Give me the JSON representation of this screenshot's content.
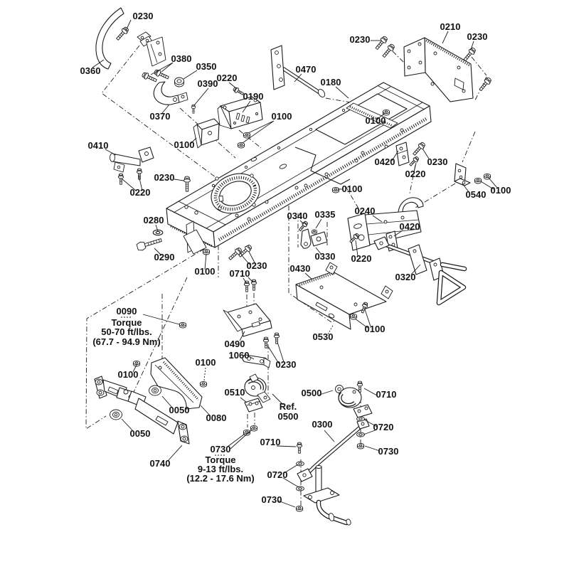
{
  "colors": {
    "background": "#ffffff",
    "ink": "#1a1a1a"
  },
  "callouts": [
    {
      "text": "0230"
    },
    {
      "text": "0360"
    },
    {
      "text": "0380"
    },
    {
      "text": "0350"
    },
    {
      "text": "0220"
    },
    {
      "text": "0390"
    },
    {
      "text": "0190"
    },
    {
      "text": "0370"
    },
    {
      "text": "0410"
    },
    {
      "text": "0100"
    },
    {
      "text": "0470"
    },
    {
      "text": "0180"
    },
    {
      "text": "0230"
    },
    {
      "text": "0210"
    },
    {
      "text": "0230"
    },
    {
      "text": "0100"
    },
    {
      "text": "0100"
    },
    {
      "text": "0220"
    },
    {
      "text": "0230"
    },
    {
      "text": "0420"
    },
    {
      "text": "0230"
    },
    {
      "text": "0220"
    },
    {
      "text": "0100"
    },
    {
      "text": "0540"
    },
    {
      "text": "0100"
    },
    {
      "text": "0280"
    },
    {
      "text": "0290"
    },
    {
      "text": "0100"
    },
    {
      "text": "0230"
    },
    {
      "text": "0710"
    },
    {
      "text": "0340"
    },
    {
      "text": "0335"
    },
    {
      "text": "0240"
    },
    {
      "text": "0420"
    },
    {
      "text": "0330"
    },
    {
      "text": "0220"
    },
    {
      "text": "0320"
    },
    {
      "text": "0430"
    },
    {
      "text": "0530"
    },
    {
      "text": "0100"
    },
    {
      "text": "0100"
    },
    {
      "text": "0100"
    },
    {
      "text": "0490"
    },
    {
      "text": "1060"
    },
    {
      "text": "0230"
    },
    {
      "text": "0510"
    },
    {
      "text": "0050"
    },
    {
      "text": "0080"
    },
    {
      "text": "0050"
    },
    {
      "text": "0740"
    },
    {
      "text": "0500"
    },
    {
      "text": "0710"
    },
    {
      "text": "0300"
    },
    {
      "text": "0720"
    },
    {
      "text": "0730"
    },
    {
      "text": "0710"
    },
    {
      "text": "0720"
    },
    {
      "text": "0730"
    }
  ],
  "torque_notes": [
    {
      "part": "0090",
      "title": "Torque",
      "imperial": "50-70 ft/lbs.",
      "metric": "(67.7 - 94.9 Nm)"
    },
    {
      "part": "0730",
      "title": "Torque",
      "imperial": "9-13 ft/lbs.",
      "metric": "(12.2 - 17.6 Nm)"
    }
  ],
  "reference_note": {
    "prefix": "Ref.",
    "part": "0500"
  }
}
